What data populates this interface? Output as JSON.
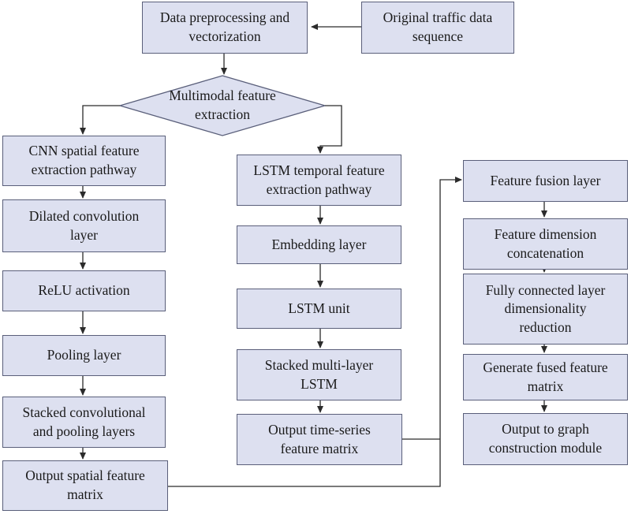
{
  "nodes": {
    "preprocess": "Data preprocessing and\nvectorization",
    "original": "Original traffic data\nsequence",
    "multimodal": "Multimodal feature\nextraction",
    "cnn_pathway": "CNN spatial feature\nextraction pathway",
    "dilated": "Dilated convolution\nlayer",
    "relu": "ReLU activation",
    "pooling": "Pooling layer",
    "stacked_conv": "Stacked convolutional\nand pooling layers",
    "out_spatial": "Output spatial feature\nmatrix",
    "lstm_pathway": "LSTM temporal feature\nextraction pathway",
    "embedding": "Embedding layer",
    "lstm_unit": "LSTM unit",
    "stacked_lstm": "Stacked multi-layer\nLSTM",
    "out_time": "Output time-series\nfeature matrix",
    "fusion": "Feature fusion layer",
    "concat": "Feature dimension\nconcatenation",
    "fc": "Fully connected layer\ndimensionality\nreduction",
    "fused_matrix": "Generate fused feature\nmatrix",
    "output_graph": "Output to graph\nconstruction module"
  },
  "colors": {
    "fill": "#dde0f0",
    "border": "#5a5f7a",
    "arrow": "#2b2b2b"
  }
}
